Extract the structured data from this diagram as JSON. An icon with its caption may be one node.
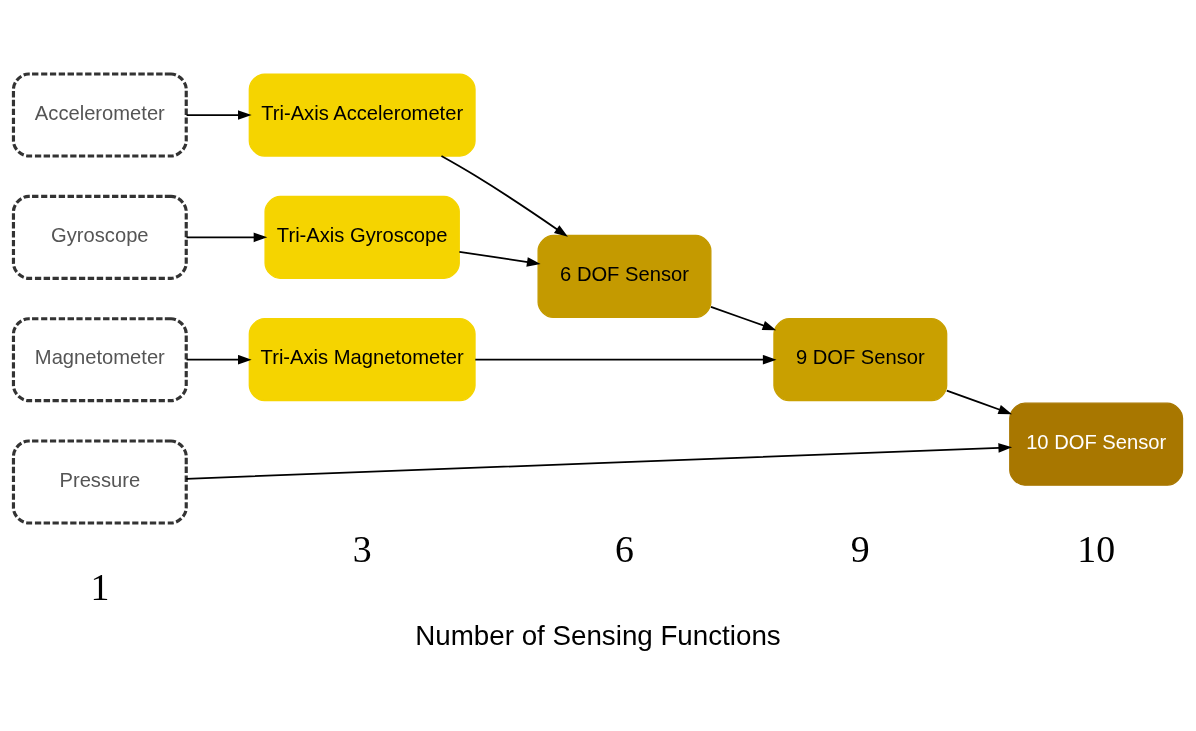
{
  "diagram": {
    "caption": "Number of Sensing Functions",
    "nodes": [
      {
        "text": [
          "Accelerometer"
        ]
      },
      {
        "text": [
          "Gyroscope"
        ]
      },
      {
        "text": [
          "Magnetometer"
        ]
      },
      {
        "text": [
          "Pressure"
        ]
      },
      {
        "text": [
          "Tri-Axis Accelerometer"
        ]
      },
      {
        "text": [
          "Tri-Axis Gyroscope"
        ]
      },
      {
        "text": [
          "Tri-Axis Magnetometer"
        ]
      },
      {
        "text": [
          "6 DOF Sensor"
        ]
      },
      {
        "text": [
          "9 DOF Sensor"
        ]
      },
      {
        "text": [
          "10 DOF Sensor"
        ]
      }
    ],
    "edges": [
      {
        "from": 0,
        "to": 4,
        "arrow": "to"
      },
      {
        "from": 1,
        "to": 5,
        "arrow": "to"
      },
      {
        "from": 2,
        "to": 6,
        "arrow": "to"
      },
      {
        "from": 4,
        "to": 7,
        "arrow": "to"
      },
      {
        "from": 5,
        "to": 7,
        "arrow": "to"
      },
      {
        "from": 7,
        "to": 8,
        "arrow": "to"
      },
      {
        "from": 6,
        "to": 8,
        "arrow": "to"
      },
      {
        "from": 8,
        "to": 9,
        "arrow": "to"
      },
      {
        "from": 3,
        "to": 9,
        "arrow": "to"
      }
    ],
    "labels": [
      "1",
      "3",
      "6",
      "9",
      "10"
    ]
  }
}
